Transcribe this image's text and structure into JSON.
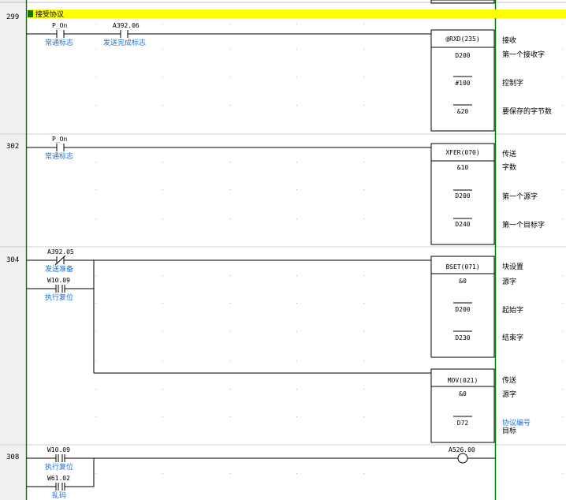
{
  "section": {
    "title": "接受协议",
    "color": "#ffff00"
  },
  "colors": {
    "comment": "#1a6fd0",
    "rung_number_bg": "#f0f0f0",
    "right_rail": "#008000",
    "left_rail": "#008000"
  },
  "rungs": [
    {
      "number": "299",
      "contacts": [
        {
          "operand": "P_On",
          "comment": "常通标志",
          "type": "NO"
        },
        {
          "operand": "A392.06",
          "comment": "发送完成标志",
          "type": "NO"
        }
      ],
      "instruction": {
        "mnemonic": "@RXD(235)",
        "operands": [
          "D200",
          "#100",
          "&20"
        ],
        "annotations": [
          "接收",
          "第一个接收字",
          "控制字",
          "要保存的字节数"
        ]
      }
    },
    {
      "number": "302",
      "contacts": [
        {
          "operand": "P_On",
          "comment": "常通标志",
          "type": "NO"
        }
      ],
      "instruction": {
        "mnemonic": "XFER(070)",
        "operands": [
          "&10",
          "D200",
          "D240"
        ],
        "annotations": [
          "传送",
          "字数",
          "第一个源字",
          "第一个目标字"
        ]
      }
    },
    {
      "number": "304",
      "contacts": [
        {
          "operand": "A392.05",
          "comment": "发送准备",
          "type": "NC"
        },
        {
          "operand": "W10.09",
          "comment": "执行复位",
          "type": "P"
        }
      ],
      "instruction": {
        "mnemonic": "BSET(071)",
        "operands": [
          "&0",
          "D200",
          "D230"
        ],
        "annotations": [
          "块设置",
          "源字",
          "起始字",
          "结束字"
        ]
      },
      "instruction2": {
        "mnemonic": "MOV(021)",
        "operands": [
          "&0",
          "D72"
        ],
        "annotations": [
          "传送",
          "源字",
          "协议编号",
          "目标"
        ]
      }
    },
    {
      "number": "308",
      "contacts": [
        {
          "operand": "W10.09",
          "comment": "执行复位",
          "type": "P"
        },
        {
          "operand": "W61.02",
          "comment": "乱码",
          "type": "P"
        }
      ],
      "coil": {
        "operand": "A526.00"
      }
    }
  ]
}
